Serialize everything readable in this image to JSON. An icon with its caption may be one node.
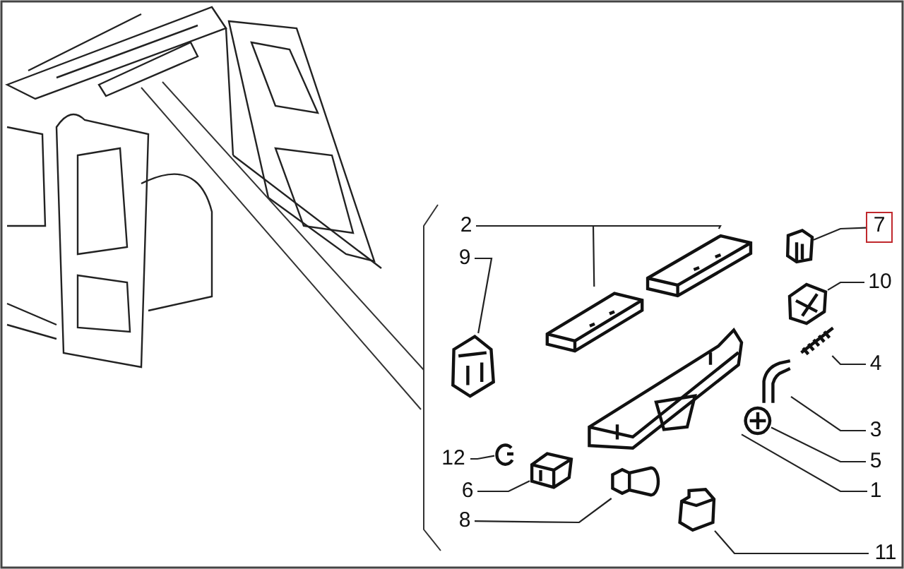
{
  "diagram": {
    "nodes": [
      {
        "text": [
          "2"
        ]
      },
      {
        "text": [],
        "shape": "picture"
      },
      {
        "text": [],
        "shape": "picture"
      },
      {
        "text": [
          "9"
        ]
      },
      {
        "text": [],
        "shape": "picture"
      },
      {
        "text": [
          "7"
        ]
      },
      {
        "text": [],
        "shape": "picture"
      },
      {
        "text": [
          "10"
        ]
      },
      {
        "text": [],
        "shape": "picture"
      },
      {
        "text": [
          "4"
        ]
      },
      {
        "text": [],
        "shape": "picture"
      },
      {
        "text": [
          "3"
        ]
      },
      {
        "text": [],
        "shape": "picture"
      },
      {
        "text": [
          "5"
        ]
      },
      {
        "text": [],
        "shape": "picture"
      },
      {
        "text": [
          "1"
        ]
      },
      {
        "text": [],
        "shape": "picture"
      },
      {
        "text": [
          "12"
        ]
      },
      {
        "text": [],
        "shape": "picture"
      },
      {
        "text": [
          "6"
        ]
      },
      {
        "text": [],
        "shape": "picture"
      },
      {
        "text": [
          "8"
        ]
      },
      {
        "text": [],
        "shape": "picture"
      },
      {
        "text": [
          "11"
        ]
      },
      {
        "text": [],
        "shape": "picture"
      }
    ],
    "edges": [
      {
        "from": 0,
        "to": 1,
        "arrow": "none"
      },
      {
        "from": 0,
        "to": 2,
        "arrow": "none"
      },
      {
        "from": 3,
        "to": 4,
        "arrow": "none"
      },
      {
        "from": 5,
        "to": 6,
        "arrow": "none"
      },
      {
        "from": 7,
        "to": 8,
        "arrow": "none"
      },
      {
        "from": 9,
        "to": 10,
        "arrow": "none"
      },
      {
        "from": 11,
        "to": 12,
        "arrow": "none"
      },
      {
        "from": 13,
        "to": 14,
        "arrow": "none"
      },
      {
        "from": 15,
        "to": 16,
        "arrow": "none"
      },
      {
        "from": 17,
        "to": 18,
        "arrow": "none"
      },
      {
        "from": 19,
        "to": 20,
        "arrow": "none"
      },
      {
        "from": 21,
        "to": 22,
        "arrow": "none"
      },
      {
        "from": 23,
        "to": 24,
        "arrow": "none"
      }
    ]
  }
}
